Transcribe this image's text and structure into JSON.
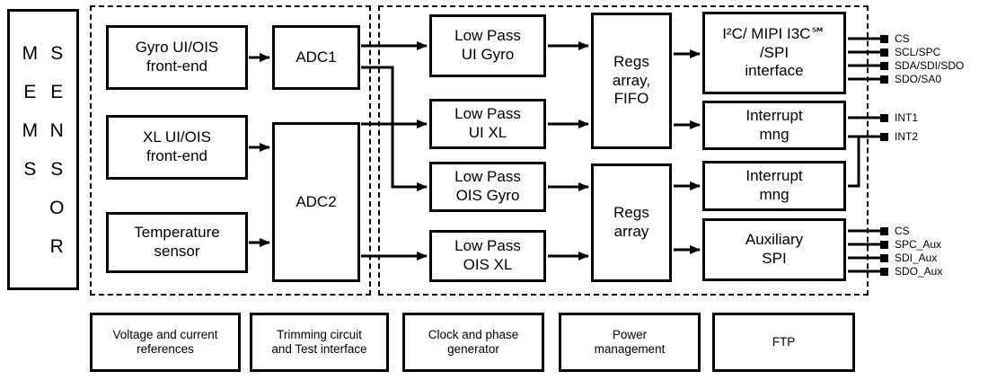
{
  "colors": {
    "ink": "#000000",
    "background": "#ffffff"
  },
  "mems": {
    "col1": [
      "M",
      "E",
      "M",
      "S"
    ],
    "col2": [
      "S",
      "E",
      "N",
      "S",
      "O",
      "R"
    ]
  },
  "blocks": {
    "gyro_fe": {
      "lines": [
        "Gyro UI/OIS",
        "front-end"
      ]
    },
    "xl_fe": {
      "lines": [
        "XL UI/OIS",
        "front-end"
      ]
    },
    "temp": {
      "lines": [
        "Temperature",
        "sensor"
      ]
    },
    "adc1": {
      "lines": [
        "ADC1"
      ]
    },
    "adc2": {
      "lines": [
        "ADC2"
      ]
    },
    "lp_ui_gyro": {
      "lines": [
        "Low Pass",
        "UI Gyro"
      ]
    },
    "lp_ui_xl": {
      "lines": [
        "Low Pass",
        "UI XL"
      ]
    },
    "lp_ois_gyro": {
      "lines": [
        "Low Pass",
        "OIS Gyro"
      ]
    },
    "lp_ois_xl": {
      "lines": [
        "Low Pass",
        "OIS XL"
      ]
    },
    "regs_fifo": {
      "lines": [
        "Regs",
        "array,",
        "FIFO"
      ]
    },
    "regs": {
      "lines": [
        "Regs",
        "array"
      ]
    },
    "i2c": {
      "lines": [
        "I²C/ MIPI I3C℠",
        "/SPI",
        "interface"
      ]
    },
    "int_mng1": {
      "lines": [
        "Interrupt",
        "mng"
      ]
    },
    "int_mng2": {
      "lines": [
        "Interrupt",
        "mng"
      ]
    },
    "aux_spi": {
      "lines": [
        "Auxiliary",
        "SPI"
      ]
    }
  },
  "bottom": [
    {
      "lines": [
        "Voltage and current",
        "references"
      ]
    },
    {
      "lines": [
        "Trimming circuit",
        "and Test interface"
      ]
    },
    {
      "lines": [
        "Clock and phase",
        "generator"
      ]
    },
    {
      "lines": [
        "Power",
        "management"
      ]
    },
    {
      "lines": [
        "FTP"
      ]
    }
  ],
  "pins": {
    "host": [
      "CS",
      "SCL/SPC",
      "SDA/SDI/SDO",
      "SDO/SA0"
    ],
    "int": [
      "INT1",
      "INT2"
    ],
    "aux": [
      "CS",
      "SPC_Aux",
      "SDI_Aux",
      "SDO_Aux"
    ]
  }
}
